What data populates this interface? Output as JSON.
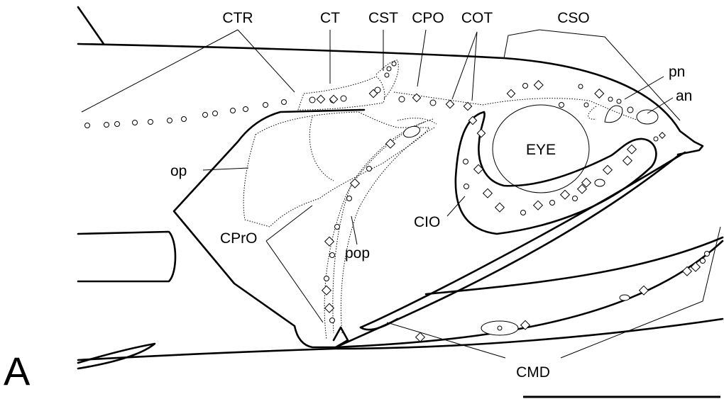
{
  "figure": {
    "panel_letter": "A",
    "labels": {
      "ctr": "CTR",
      "ct": "CT",
      "cst": "CST",
      "cpo": "CPO",
      "cot": "COT",
      "cso": "CSO",
      "pn": "pn",
      "an": "an",
      "eye": "EYE",
      "op": "op",
      "cio": "CIO",
      "cpro": "CPrO",
      "pop": "pop",
      "cmd": "CMD"
    }
  }
}
